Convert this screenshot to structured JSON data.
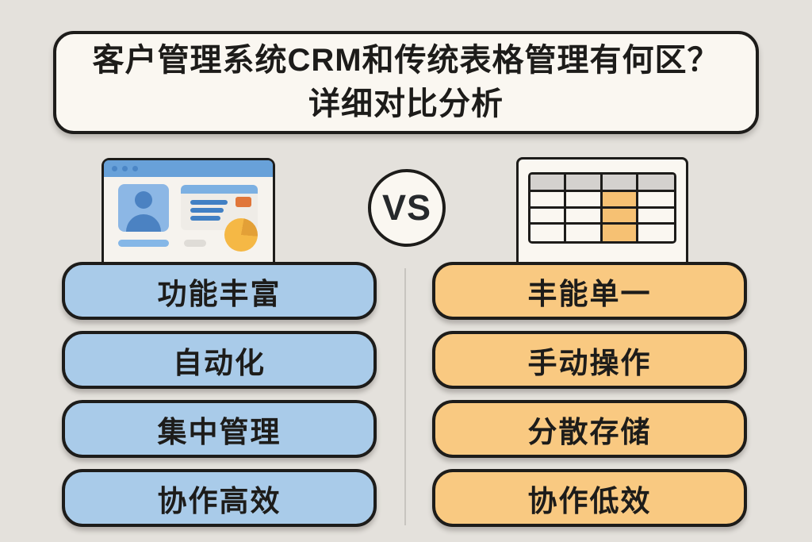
{
  "title": {
    "line1": "客户管理系统CRM和传统表格管理有何区？",
    "line2": "详细对比分析"
  },
  "vs_badge": {
    "label": "VS"
  },
  "comparison": {
    "left_items": [
      "功能丰富",
      "自动化",
      "集中管理",
      "协作高效"
    ],
    "right_items": [
      "丰能单一",
      "手动操作",
      "分散存储",
      "协作低效"
    ]
  },
  "illustrations": {
    "crm_window": {
      "name": "crm-browser-window",
      "elements": [
        "window-titlebar-dots",
        "user-avatar-tile",
        "contact-card-with-list-lines",
        "action-button",
        "pie-chart",
        "text-bars"
      ]
    },
    "spreadsheet": {
      "name": "spreadsheet-table",
      "rows": 4,
      "cols": 4,
      "header_row": 0,
      "highlight_col": 2
    }
  },
  "colors": {
    "bg": "#e4e1dc",
    "panel": "#faf7f1",
    "ink": "#1d1c1a",
    "blue_pill": "#a9cbe9",
    "orange_pill": "#f9c981",
    "window_bar_blue": "#68a1d9",
    "window_dot_blue": "#4b86c6",
    "window_body": "#f6f3ee",
    "avatar_tile_blue": "#8cb7e5",
    "avatar_person_blue": "#4b82c2",
    "card_bg": "#efece7",
    "card_header_blue": "#7cb0e2",
    "line_blue": "#4180c4",
    "button_orange": "#e0763a",
    "pie_orange": "#f5b845",
    "pie_wedge_orange": "#e3a037",
    "bar_blue": "#85b7e7",
    "bar_gray": "#dfdcd7",
    "sheet_header_gray": "#d4d1ce",
    "sheet_highlight_orange": "#f6c173",
    "divider_gray": "#c8c5c0",
    "vs_ink": "#26292c"
  }
}
